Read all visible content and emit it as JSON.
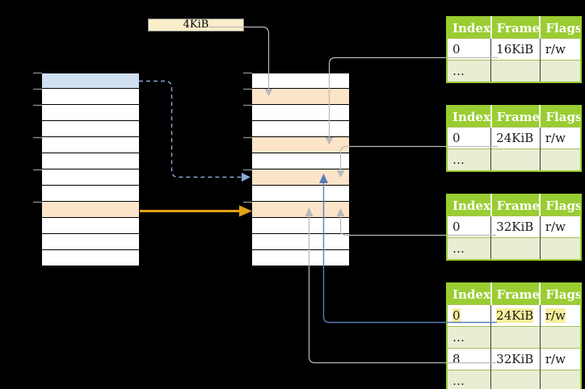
{
  "frame_size_label": "4KiB",
  "colors": {
    "table_green": "#9acd32",
    "table_light_green": "#e7eed2",
    "page_blue": "#cfe0f2",
    "frame_orange": "#fce4c8",
    "label_cream": "#fbeecb",
    "highlight_yellow": "#f5ee9b",
    "arrow_orange": "#e0a317",
    "arrow_blue": "#5b7cb8",
    "dashed_blue": "#8aa9d6",
    "line_gray": "#b9b9b9"
  },
  "virtual_memory_column": {
    "row_fills": [
      "blue",
      "white",
      "white",
      "white",
      "white",
      "white",
      "white",
      "white",
      "orange",
      "white",
      "white",
      "white"
    ]
  },
  "physical_memory_column": {
    "row_fills": [
      "white",
      "orange",
      "white",
      "white",
      "orange",
      "white",
      "orange",
      "white",
      "orange",
      "white",
      "white",
      "white"
    ]
  },
  "tables": [
    {
      "headers": [
        "Index",
        "Frame",
        "Flags"
      ],
      "rows": [
        {
          "cells": [
            "0",
            "16KiB",
            "r/w"
          ]
        },
        {
          "cells": [
            "…",
            "",
            ""
          ]
        }
      ]
    },
    {
      "headers": [
        "Index",
        "Frame",
        "Flags"
      ],
      "rows": [
        {
          "cells": [
            "0",
            "24KiB",
            "r/w"
          ]
        },
        {
          "cells": [
            "…",
            "",
            ""
          ]
        }
      ]
    },
    {
      "headers": [
        "Index",
        "Frame",
        "Flags"
      ],
      "rows": [
        {
          "cells": [
            "0",
            "32KiB",
            "r/w"
          ]
        },
        {
          "cells": [
            "…",
            "",
            ""
          ]
        }
      ]
    },
    {
      "headers": [
        "Index",
        "Frame",
        "Flags"
      ],
      "rows": [
        {
          "cells": [
            "0",
            "24KiB",
            "r/w"
          ],
          "highlighted": true
        },
        {
          "cells": [
            "…",
            "",
            ""
          ]
        },
        {
          "cells": [
            "8",
            "32KiB",
            "r/w"
          ]
        },
        {
          "cells": [
            "…",
            "",
            ""
          ]
        }
      ]
    }
  ]
}
